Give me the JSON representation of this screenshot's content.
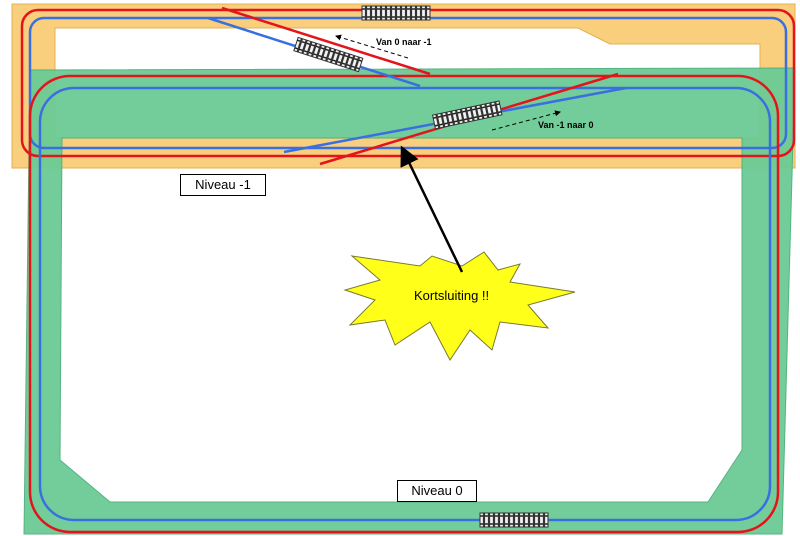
{
  "colors": {
    "level_minus1_fill": "#F9CF7E",
    "level_0_fill": "#6CCB96",
    "outer_track": "#E3141B",
    "inner_track": "#3A6FE0",
    "burst_fill": "#FFFF1A",
    "arrow": "#000000"
  },
  "labels": {
    "level_minus1": "Niveau -1",
    "level_0": "Niveau 0",
    "direction_down": "Van 0 naar -1",
    "direction_up": "Van -1 naar 0",
    "short_circuit": "Kortsluiting !!"
  },
  "icons": {
    "track_section": "rail-track-section-icon",
    "burst": "explosion-burst-icon"
  }
}
